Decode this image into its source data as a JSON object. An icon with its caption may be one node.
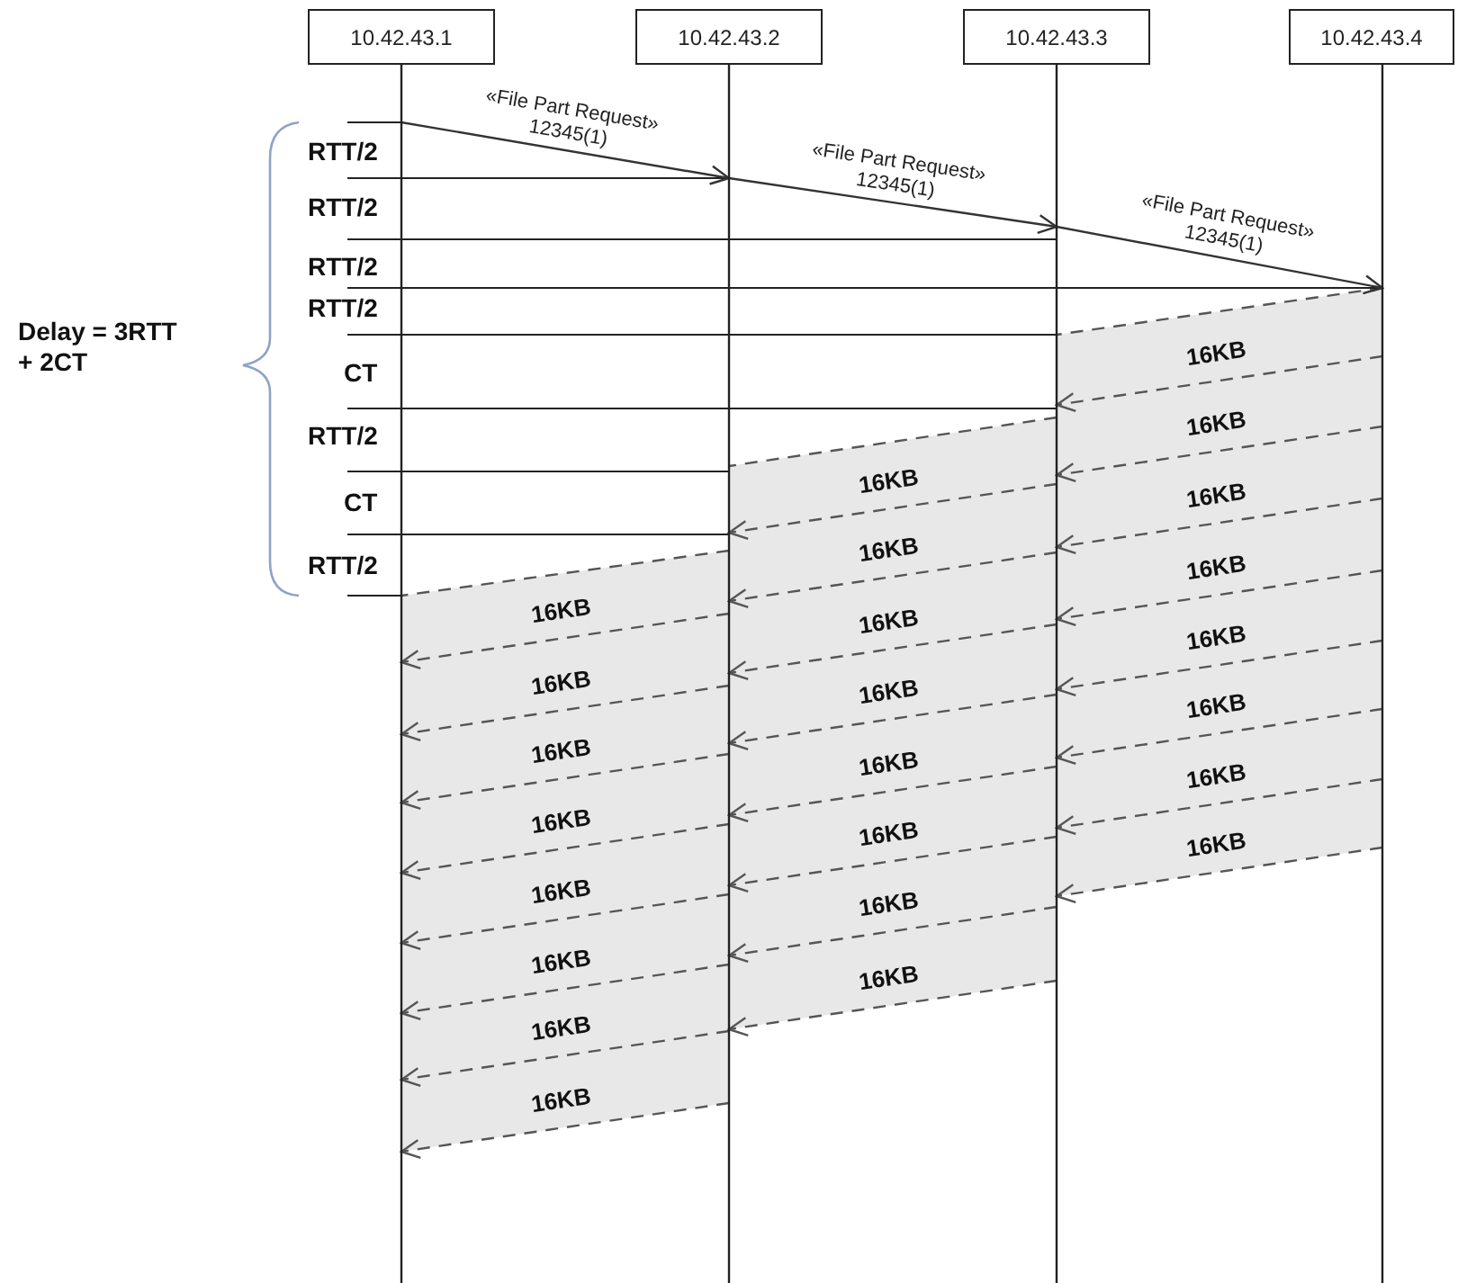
{
  "diagram": {
    "nodes": [
      {
        "text": [
          "10.42.43.1"
        ]
      },
      {
        "text": [
          "10.42.43.2"
        ]
      },
      {
        "text": [
          "10.42.43.3"
        ]
      },
      {
        "text": [
          "10.42.43.4"
        ]
      }
    ],
    "edges": [
      {
        "from": 0,
        "to": 1,
        "arrow": "to",
        "label": "«File Part Request» 12345(1)"
      },
      {
        "from": 1,
        "to": 2,
        "arrow": "to",
        "label": "«File Part Request» 12345(1)"
      },
      {
        "from": 2,
        "to": 3,
        "arrow": "to",
        "label": "«File Part Request» 12345(1)"
      },
      {
        "from": 3,
        "to": 2,
        "arrow": "to",
        "label": "16KB",
        "style": "dashed"
      },
      {
        "from": 3,
        "to": 2,
        "arrow": "to",
        "label": "16KB",
        "style": "dashed"
      },
      {
        "from": 3,
        "to": 2,
        "arrow": "to",
        "label": "16KB",
        "style": "dashed"
      },
      {
        "from": 3,
        "to": 2,
        "arrow": "to",
        "label": "16KB",
        "style": "dashed"
      },
      {
        "from": 3,
        "to": 2,
        "arrow": "to",
        "label": "16KB",
        "style": "dashed"
      },
      {
        "from": 3,
        "to": 2,
        "arrow": "to",
        "label": "16KB",
        "style": "dashed"
      },
      {
        "from": 3,
        "to": 2,
        "arrow": "to",
        "label": "16KB",
        "style": "dashed"
      },
      {
        "from": 3,
        "to": 2,
        "arrow": "to",
        "label": "16KB",
        "style": "dashed"
      },
      {
        "from": 2,
        "to": 1,
        "arrow": "to",
        "label": "16KB",
        "style": "dashed"
      },
      {
        "from": 2,
        "to": 1,
        "arrow": "to",
        "label": "16KB",
        "style": "dashed"
      },
      {
        "from": 2,
        "to": 1,
        "arrow": "to",
        "label": "16KB",
        "style": "dashed"
      },
      {
        "from": 2,
        "to": 1,
        "arrow": "to",
        "label": "16KB",
        "style": "dashed"
      },
      {
        "from": 2,
        "to": 1,
        "arrow": "to",
        "label": "16KB",
        "style": "dashed"
      },
      {
        "from": 2,
        "to": 1,
        "arrow": "to",
        "label": "16KB",
        "style": "dashed"
      },
      {
        "from": 2,
        "to": 1,
        "arrow": "to",
        "label": "16KB",
        "style": "dashed"
      },
      {
        "from": 2,
        "to": 1,
        "arrow": "to",
        "label": "16KB",
        "style": "dashed"
      },
      {
        "from": 1,
        "to": 0,
        "arrow": "to",
        "label": "16KB",
        "style": "dashed"
      },
      {
        "from": 1,
        "to": 0,
        "arrow": "to",
        "label": "16KB",
        "style": "dashed"
      },
      {
        "from": 1,
        "to": 0,
        "arrow": "to",
        "label": "16KB",
        "style": "dashed"
      },
      {
        "from": 1,
        "to": 0,
        "arrow": "to",
        "label": "16KB",
        "style": "dashed"
      },
      {
        "from": 1,
        "to": 0,
        "arrow": "to",
        "label": "16KB",
        "style": "dashed"
      },
      {
        "from": 1,
        "to": 0,
        "arrow": "to",
        "label": "16KB",
        "style": "dashed"
      },
      {
        "from": 1,
        "to": 0,
        "arrow": "to",
        "label": "16KB",
        "style": "dashed"
      },
      {
        "from": 1,
        "to": 0,
        "arrow": "to",
        "label": "16KB",
        "style": "dashed"
      }
    ],
    "labels": [
      "Delay = 3RTT + 2CT",
      "RTT/2",
      "RTT/2",
      "RTT/2",
      "RTT/2",
      "CT",
      "RTT/2",
      "CT",
      "RTT/2"
    ]
  }
}
